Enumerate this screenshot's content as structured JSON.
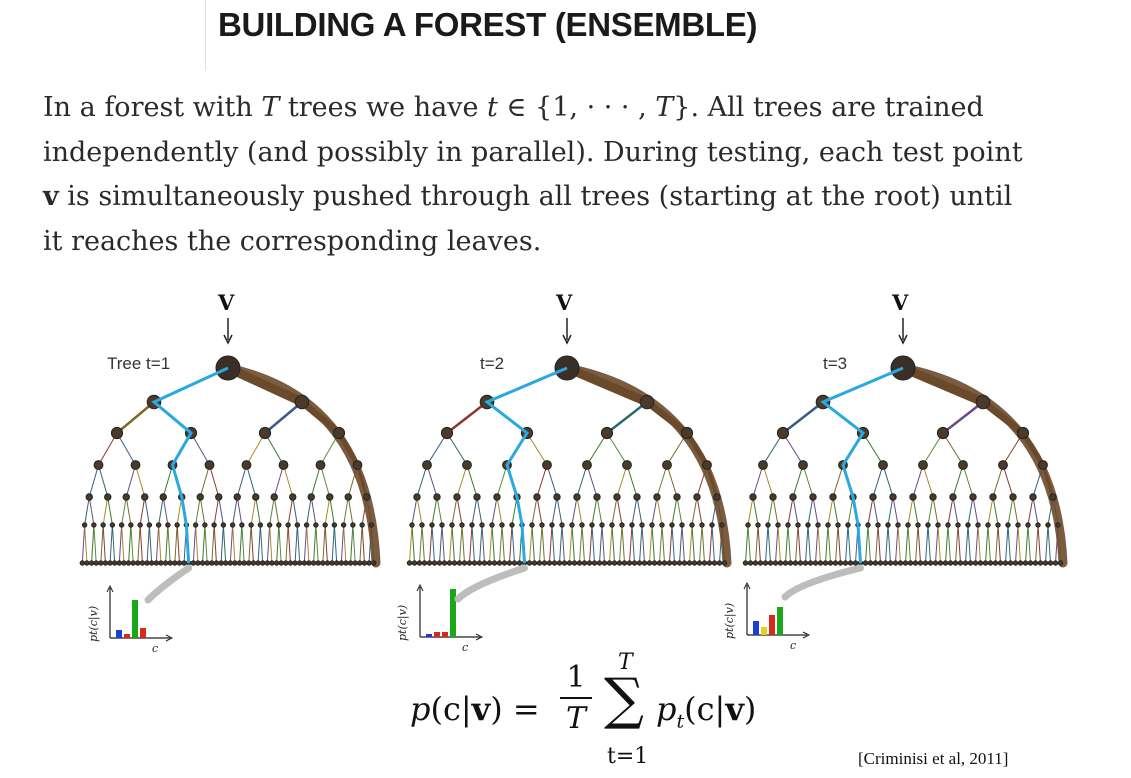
{
  "title": "BUILDING A FOREST (ENSEMBLE)",
  "paragraph": {
    "line1_a": "In a forest with ",
    "T": "T",
    "line1_b": " trees we have ",
    "t": "t",
    "line1_c": " ∈ {1, · · · , ",
    "line1_d": "}. All trees are trained",
    "line2": "independently (and possibly in parallel). During testing, each test point",
    "v": "v",
    "line3": " is simultaneously pushed through all trees (starting at the root) until",
    "line4": "it reaches the corresponding leaves."
  },
  "trees": [
    {
      "label": "Tree t=1",
      "input": "V"
    },
    {
      "label": "t=2",
      "input": "V"
    },
    {
      "label": "t=3",
      "input": "V"
    }
  ],
  "histogram": {
    "ylabel": "pt(c|v)",
    "xlabel": "c"
  },
  "formula": {
    "lhs_p": "p",
    "lhs_args": "(c|",
    "lhs_v": "v",
    "lhs_close": ")",
    "equals": "=",
    "num": "1",
    "den": "T",
    "sum": "∑",
    "upper": "T",
    "lower": "t=1",
    "rhs_p": "p",
    "rhs_sub": "t",
    "rhs_args": "(c|",
    "rhs_v": "v",
    "rhs_close": ")"
  },
  "citation": "[Criminisi et al, 2011]"
}
